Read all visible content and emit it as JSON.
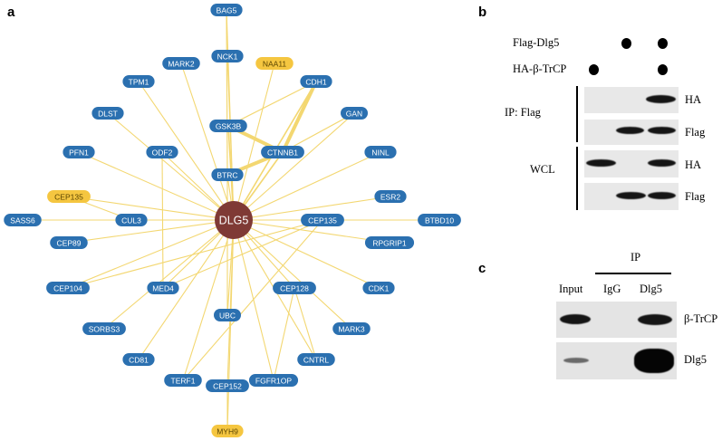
{
  "panel_a": {
    "letter": "a",
    "colors": {
      "edge": "#f3d771",
      "node_blue": "#2b70b0",
      "node_yellow": "#f5c640",
      "center": "#7f3a35"
    },
    "center": "DLG5",
    "nodes": [
      "BAG5",
      "NCK1",
      "MARK2",
      "NAA11",
      "TPM1",
      "CDH1",
      "DLST",
      "GAN",
      "GSK3B",
      "PFN1",
      "ODF2",
      "CTNNB1",
      "NINL",
      "BTRC",
      "CEP135",
      "ESR2",
      "SASS6",
      "CUL3",
      "CEP135",
      "BTBD10",
      "CEP89",
      "RPGRIP1",
      "CEP104",
      "MED4",
      "CEP128",
      "CDK1",
      "SORBS3",
      "UBC",
      "MARK3",
      "CD81",
      "CNTRL",
      "TERF1",
      "FGFR1OP",
      "CEP152",
      "MYH9"
    ],
    "yellow_nodes": [
      "NAA11",
      "CEP135",
      "MYH9"
    ]
  },
  "panel_b": {
    "letter": "b",
    "row_flag": "Flag-Dlg5",
    "row_ha": "HA-β-TrCP",
    "ip_label": "IP: Flag",
    "wcl_label": "WCL",
    "blot_labels": [
      "HA",
      "Flag",
      "HA",
      "Flag"
    ]
  },
  "panel_c": {
    "letter": "c",
    "ip_header": "IP",
    "lanes": [
      "Input",
      "IgG",
      "Dlg5"
    ],
    "blot_labels": [
      "β-TrCP",
      "Dlg5"
    ]
  }
}
